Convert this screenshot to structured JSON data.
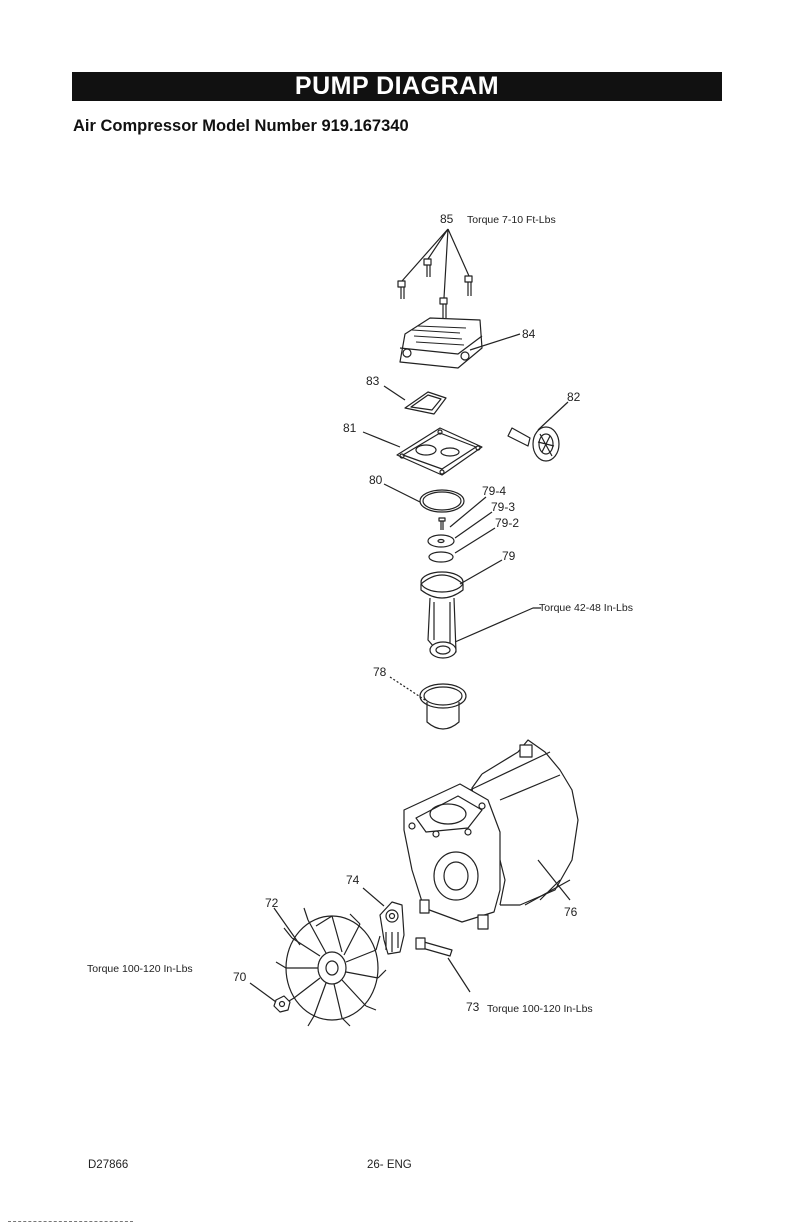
{
  "header": {
    "title": "PUMP DIAGRAM",
    "subtitle": "Air Compressor Model Number 919.167340"
  },
  "parts": {
    "p85": "85",
    "p84": "84",
    "p83": "83",
    "p82": "82",
    "p81": "81",
    "p80": "80",
    "p79_4": "79-4",
    "p79_3": "79-3",
    "p79_2": "79-2",
    "p79": "79",
    "p78": "78",
    "p76": "76",
    "p74": "74",
    "p73": "73",
    "p72": "72",
    "p70": "70"
  },
  "torque": {
    "t85": "Torque 7-10 Ft-Lbs",
    "t_rod": "Torque 42-48 In-Lbs",
    "t70": "Torque 100-120 In-Lbs",
    "t73": "Torque 100-120 In-Lbs"
  },
  "footer": {
    "code": "D27866",
    "page": "26- ENG"
  }
}
